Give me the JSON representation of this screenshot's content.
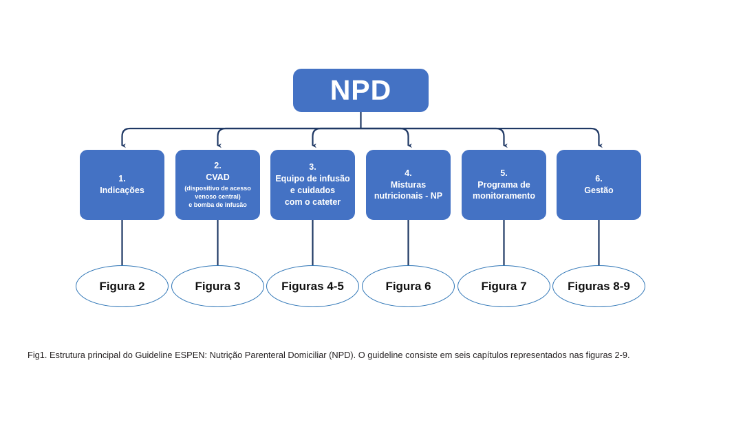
{
  "figure": {
    "root": {
      "label": "NPD"
    },
    "chapters": [
      {
        "number": "1.",
        "title": "Indicações",
        "subtitle": "",
        "figure_label": "Figura 2"
      },
      {
        "number": "2.",
        "title": "CVAD",
        "subtitle": "(dispositivo de acesso\nvenoso central)\ne bomba de infusão",
        "figure_label": "Figura 3"
      },
      {
        "number": "3.",
        "title": "Equipo de infusão\ne cuidados\ncom o cateter",
        "subtitle": "",
        "figure_label": "Figuras 4-5"
      },
      {
        "number": "4.",
        "title": "Misturas\nnutricionais - NP",
        "subtitle": "",
        "figure_label": "Figura 6"
      },
      {
        "number": "5.",
        "title": "Programa de\nmonitoramento",
        "subtitle": "",
        "figure_label": "Figura 7"
      },
      {
        "number": "6.",
        "title": "Gestão",
        "subtitle": "",
        "figure_label": "Figuras 8-9"
      }
    ],
    "caption": "Fig1. Estrutura principal do Guideline ESPEN: Nutrição Parenteral Domiciliar (NPD). O guideline consiste em seis capítulos representados nas figuras 2-9.",
    "colors": {
      "box_fill": "#4472C4",
      "box_text": "#FFFFFF",
      "connector": "#1F3864",
      "ellipse_border": "#2E75B6",
      "ellipse_fill": "#FFFFFF",
      "ellipse_text": "#111111",
      "caption_text": "#231F20",
      "background": "#FFFFFF"
    }
  }
}
